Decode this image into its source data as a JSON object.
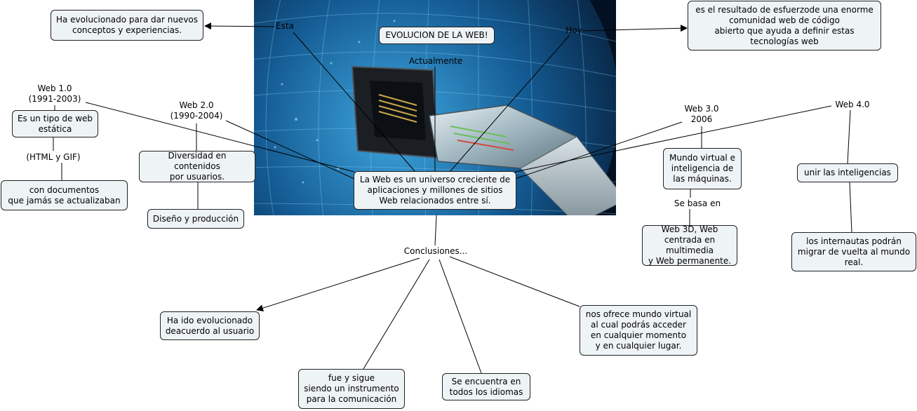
{
  "title": "EVOLUCION DE LA WEB!",
  "center": "La Web es un universo creciente de aplicaciones y millones de sitios Web relacionados entre sí.",
  "labels": {
    "esta": "Esta",
    "hoy": "Hoy",
    "actualmente": "Actualmente",
    "web1": "Web 1.0\n(1991-2003)",
    "web2": "Web 2.0\n(1990-2004)",
    "web3": "Web 3.0\n2006",
    "web4": "Web 4.0",
    "html_gif": "(HTML y GIF)",
    "se_basa_en": "Se basa en",
    "conclusiones": "Conclusiones..."
  },
  "nodes": {
    "esta_desc": "Ha evolucionado para dar nuevos conceptos y experiencias.",
    "hoy_desc": "es el resultado de esfuerzode una enorme comunidad web de código\nabierto que ayuda a definir estas\ntecnologías web",
    "web1_desc": "Es un tipo de web\nestática",
    "web1_docs": "con documentos\nque jamás se actualizaban",
    "web2_desc": "Diversidad en contenidos\npor usuarios.",
    "web2_diseno": "Diseño y producción",
    "web3_desc": "Mundo virtual e\ninteligencia de\nlas máquinas.",
    "web3_base": "Web 3D, Web\ncentrada en multimedia\ny Web permanente.",
    "web4_desc": "unir las inteligencias",
    "web4_internautas": "los internautas podrán\nmigrar de vuelta al mundo\nreal.",
    "conc_evol": "Ha ido evolucionado\ndeacuerdo al usuario",
    "conc_instrumento": "fue y sigue\nsiendo un instrumento\npara la comunicación",
    "conc_idiomas": "Se encuentra en\ntodos los idiomas",
    "conc_mundo": "nos ofrece mundo virtual\nal cual podrás acceder\nen cualquier momento\ny en cualquier lugar."
  }
}
